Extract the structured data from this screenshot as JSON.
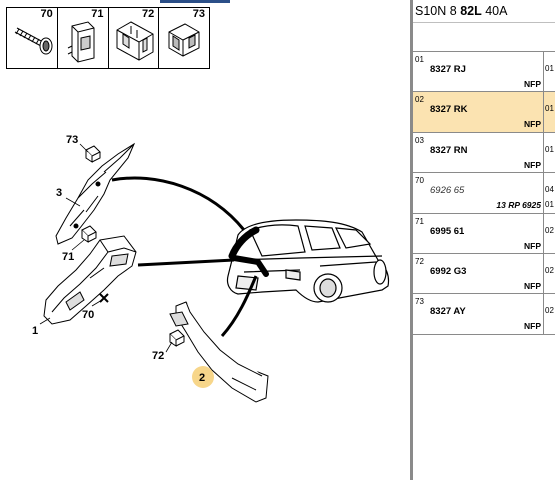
{
  "legend": [
    {
      "number": "70",
      "icon": "screw-icon"
    },
    {
      "number": "71",
      "icon": "clip-icon"
    },
    {
      "number": "72",
      "icon": "spring-clip-icon"
    },
    {
      "number": "73",
      "icon": "retainer-icon"
    }
  ],
  "diagram": {
    "callouts": {
      "c73": "73",
      "c3": "3",
      "c71": "71",
      "c70": "70",
      "c1": "1",
      "c72": "72",
      "c2": "2"
    },
    "highlight_color": "#f7d68a"
  },
  "list": {
    "header_prefix": "S10N 8",
    "header_bold": "82L",
    "header_suffix": "40A",
    "rows": [
      {
        "index": "01",
        "code": "8327 RJ",
        "status": "NFP",
        "extra": "01",
        "extra2": ""
      },
      {
        "index": "02",
        "code": "8327 RK",
        "status": "NFP",
        "extra": "01",
        "extra2": ""
      },
      {
        "index": "03",
        "code": "8327 RN",
        "status": "NFP",
        "extra": "01",
        "extra2": ""
      },
      {
        "index": "70",
        "code": "6926 65",
        "status": "13 RP 6925",
        "extra": "04",
        "extra2": "01"
      },
      {
        "index": "71",
        "code": "6995 61",
        "status": "NFP",
        "extra": "02",
        "extra2": ""
      },
      {
        "index": "72",
        "code": "6992 G3",
        "status": "NFP",
        "extra": "02",
        "extra2": ""
      },
      {
        "index": "73",
        "code": "8327 AY",
        "status": "NFP",
        "extra": "02",
        "extra2": ""
      }
    ],
    "selected_color": "#fbe3b1"
  }
}
